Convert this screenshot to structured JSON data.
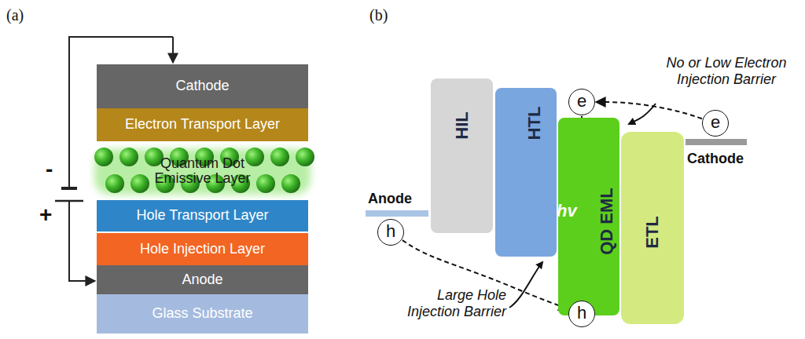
{
  "diagram": {
    "nodes": [
      {
        "text": [
          "Cathode"
        ]
      },
      {
        "text": [
          "Electron Transport Layer"
        ]
      },
      {
        "text": [
          "Quantum Dot Emissive Layer"
        ]
      },
      {
        "text": [
          "Hole Transport Layer"
        ]
      },
      {
        "text": [
          "Hole Injection Layer"
        ]
      },
      {
        "text": [
          "Anode"
        ]
      },
      {
        "text": [
          "Glass Substrate"
        ]
      },
      {
        "text": [
          "HIL"
        ]
      },
      {
        "text": [
          "HTL"
        ]
      },
      {
        "text": [
          "QD EML"
        ]
      },
      {
        "text": [
          "ETL"
        ]
      },
      {
        "text": [
          "e"
        ]
      },
      {
        "text": [
          "e"
        ]
      },
      {
        "text": [
          "h"
        ]
      },
      {
        "text": [
          "h"
        ]
      }
    ],
    "edges": [
      {
        "from": 12,
        "to": 11,
        "arrow": "to"
      },
      {
        "from": 13,
        "to": 14,
        "arrow": "to"
      },
      {
        "from": 11,
        "to": 14,
        "arrow": "to"
      }
    ],
    "labels": [
      "(a)",
      "(b)",
      "-",
      "+",
      "Anode",
      "Cathode",
      "hv",
      "No or Low Electron Injection Barrier",
      "Large Hole Injection Barrier"
    ]
  }
}
